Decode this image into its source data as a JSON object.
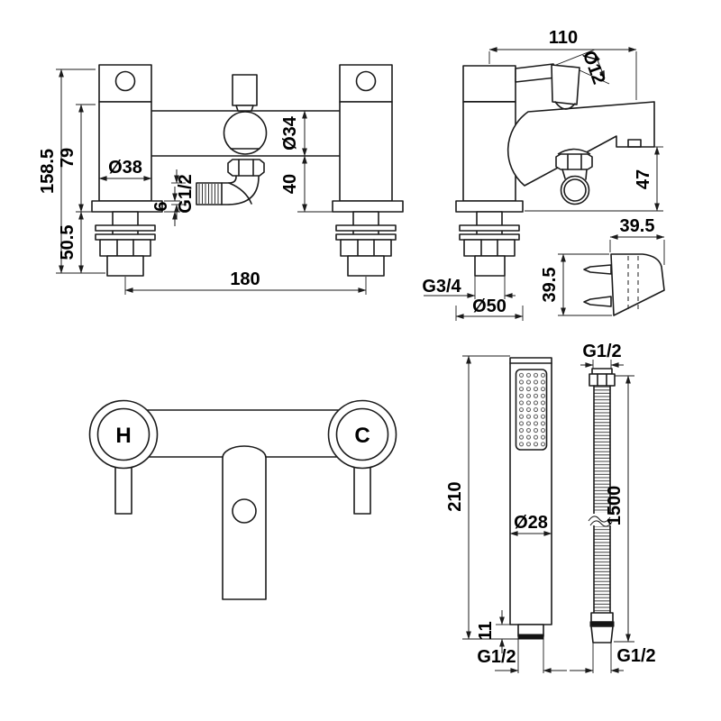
{
  "labels": {
    "front": {
      "total_height": "158.5",
      "body_height": "79",
      "shank_length": "50.5",
      "body_diameter": "Ø38",
      "plate_thickness": "6",
      "shower_outlet_thread": "G1/2",
      "bar_diameter": "Ø34",
      "spout_drop": "40",
      "hot_cold_centres": "180"
    },
    "side": {
      "projection": "110",
      "handle_diameter": "Ø12",
      "spout_height": "47",
      "inlet_thread": "G3/4",
      "flange_diameter": "Ø50"
    },
    "bracket": {
      "width": "39.5",
      "height": "39.5"
    },
    "plan": {
      "hot": "H",
      "cold": "C"
    },
    "handset": {
      "length": "210",
      "diameter": "Ø28",
      "connector_length": "11",
      "thread": "G1/2"
    },
    "hose": {
      "top_thread": "G1/2",
      "length": "1500",
      "bottom_thread": "G1/2"
    }
  }
}
